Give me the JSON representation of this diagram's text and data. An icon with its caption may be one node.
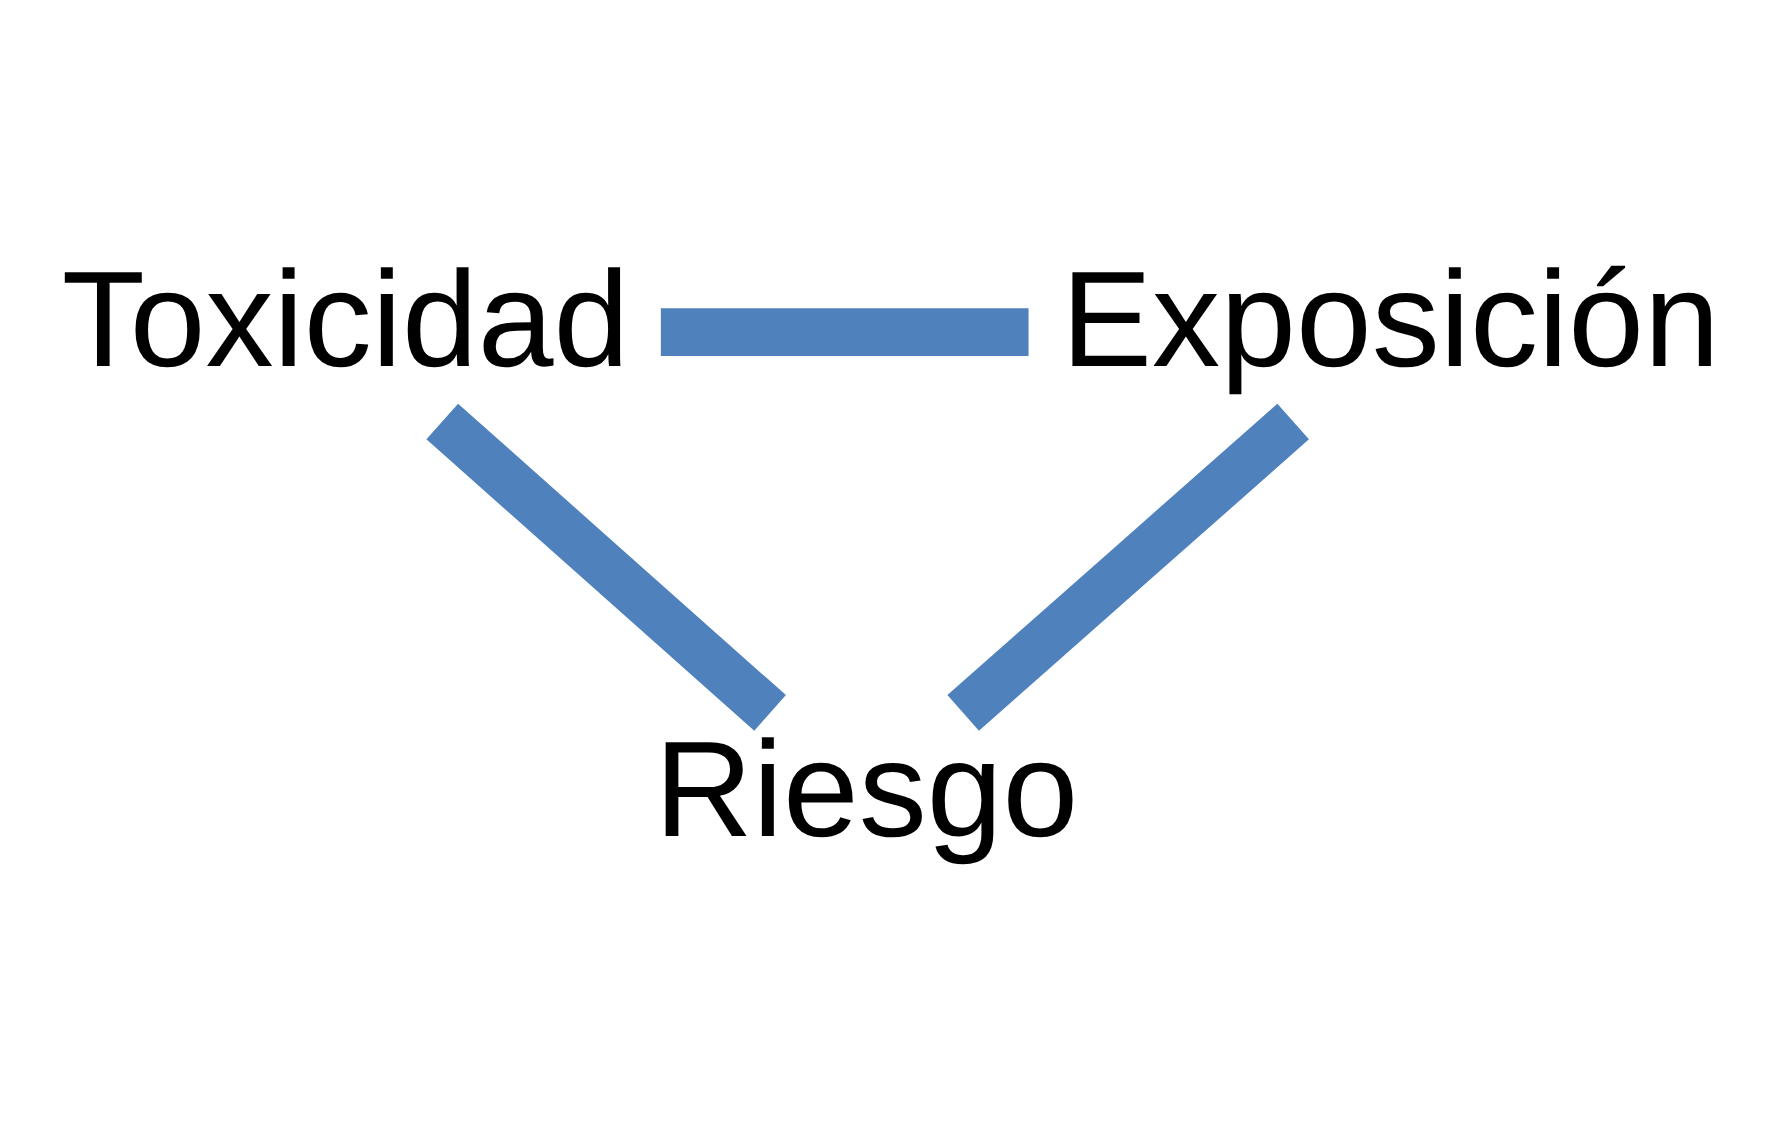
{
  "diagram": {
    "nodes": [
      {
        "text": [
          "Toxicidad"
        ]
      },
      {
        "text": [
          "Exposición"
        ]
      },
      {
        "text": [
          "Riesgo"
        ]
      }
    ],
    "edges": [
      {
        "from": 0,
        "to": 1,
        "arrow": "none"
      },
      {
        "from": 1,
        "to": 2,
        "arrow": "none"
      },
      {
        "from": 2,
        "to": 0,
        "arrow": "none"
      }
    ]
  }
}
